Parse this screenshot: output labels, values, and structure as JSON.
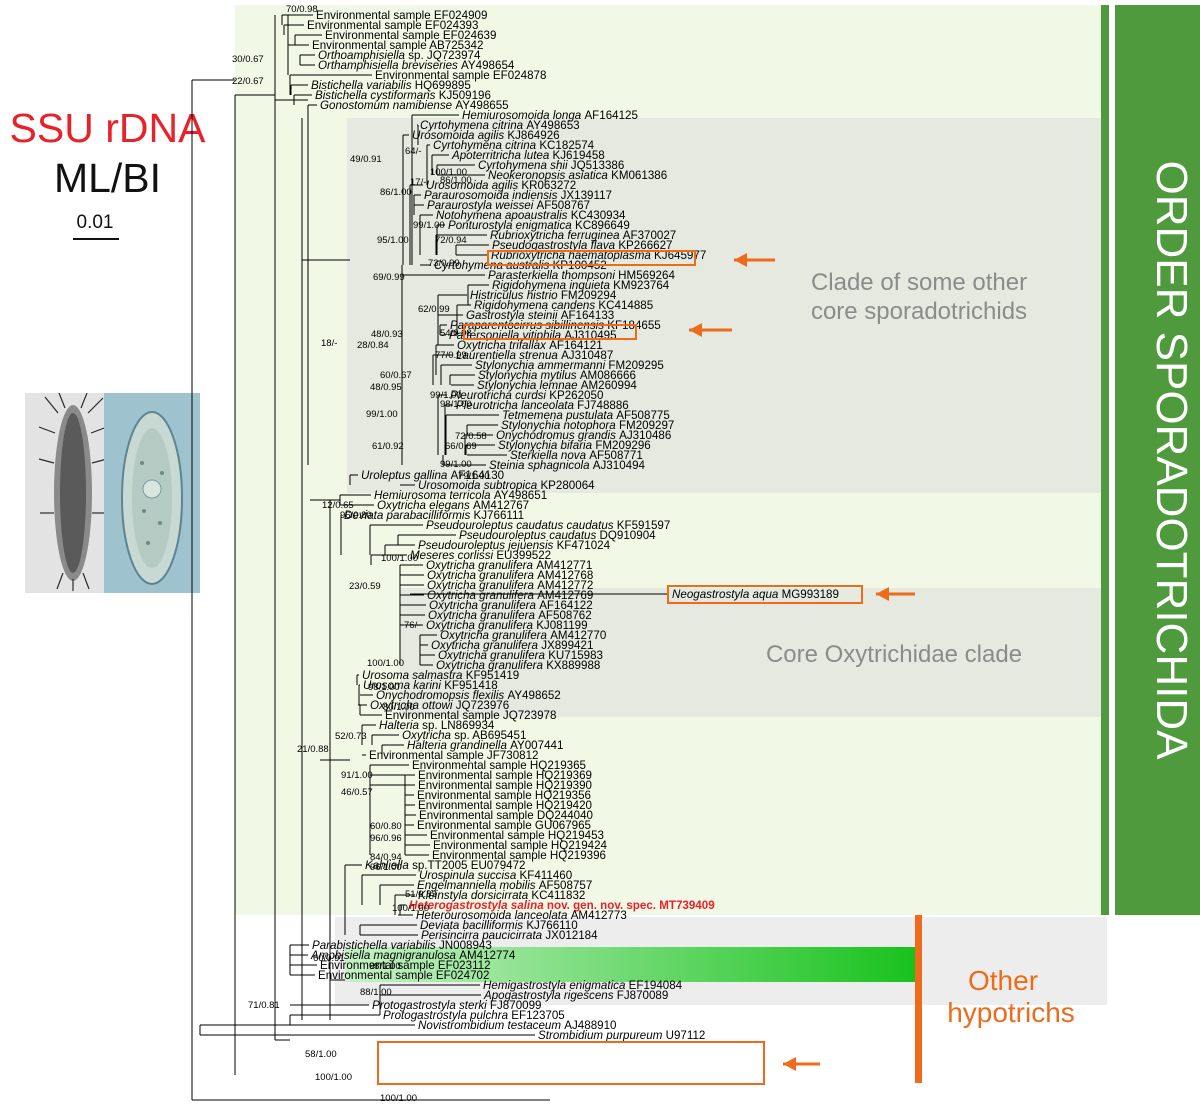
{
  "title": {
    "line1": "SSU rDNA",
    "line2": "ML/BI",
    "scale": "0.01"
  },
  "colors": {
    "red": "#e8222a",
    "orange": "#ee6b1b",
    "order_green": "#4e9a3c",
    "green_highlight": "#19c21e",
    "clade_shade": "#e6e9df",
    "light_green_bg": "#f1f8e6",
    "grey_bg": "#ededed"
  },
  "labels": {
    "order": "ORDER SPORADOTRICHIDA",
    "clade1_line1": "Clade of some other",
    "clade1_line2": "core sporadotrichids",
    "clade2": "Core Oxytrichidae clade",
    "other1": "Other",
    "other2": "hypotrichs"
  },
  "taxa": [
    {
      "sp": "",
      "acc": "Environmental sample EF024909"
    },
    {
      "sp": "",
      "acc": "Environmental sample EF024393"
    },
    {
      "sp": "",
      "acc": "Environmental sample EF024639"
    },
    {
      "sp": "",
      "acc": "Environmental sample AB725342"
    },
    {
      "sp": "Orthoamphisiella",
      "acc": "sp. JQ723974"
    },
    {
      "sp": "Orthamphisiella breviseries",
      "acc": "AY498654"
    },
    {
      "sp": "",
      "acc": "Environmental sample EF024878"
    },
    {
      "sp": "Bistichella variabilis",
      "acc": "HQ699895"
    },
    {
      "sp": "Bistichella cystiformans",
      "acc": "KJ509196"
    },
    {
      "sp": "Gonostomum namibiense",
      "acc": "AY498655"
    },
    {
      "sp": "Hemiurosomoida longa",
      "acc": "AF164125"
    },
    {
      "sp": "Cyrtohymena citrina",
      "acc": "AY498653"
    },
    {
      "sp": "Urosomoida agilis",
      "acc": "KJ864926"
    },
    {
      "sp": "Cyrtohymena citrina",
      "acc": "KC182574"
    },
    {
      "sp": "Apoterritricha lutea",
      "acc": "KJ619458"
    },
    {
      "sp": "Cyrtohymena shii",
      "acc": "JQ513386"
    },
    {
      "sp": "Neokeronopsis asiatica",
      "acc": "KM061386"
    },
    {
      "sp": "Urosomoida agilis",
      "acc": "KR063272"
    },
    {
      "sp": "Paraurosomoida indiensis",
      "acc": "JX139117"
    },
    {
      "sp": "Paraurostyla weissei",
      "acc": "AF508767"
    },
    {
      "sp": "Notohymena apoaustralis",
      "acc": "KC430934"
    },
    {
      "sp": "Ponturostyla enigmatica",
      "acc": "KC896649"
    },
    {
      "sp": "Rubrioxytricha ferruginea",
      "acc": "AF370027"
    },
    {
      "sp": "Pseudogastrostyla flava",
      "acc": "KP266627"
    },
    {
      "sp": "Rubrioxytricha haematoplasma",
      "acc": "KJ645977"
    },
    {
      "sp": "Cyrtohymena australis",
      "acc": "KP100452"
    },
    {
      "sp": "Parasterkiella thompsoni",
      "acc": "HM569264"
    },
    {
      "sp": "Rigidohymena inquieta",
      "acc": "KM923764"
    },
    {
      "sp": "Histriculus histrio",
      "acc": "FM209294"
    },
    {
      "sp": "Rigidohymena candens",
      "acc": "KC414885"
    },
    {
      "sp": "Gastrostyla steinii",
      "acc": "AF164133"
    },
    {
      "sp": "Paraparentocirrus sibillinensis",
      "acc": "KF184655"
    },
    {
      "sp": "Pattersoniella vitiphila",
      "acc": "AJ310495"
    },
    {
      "sp": "Oxytricha trifallax",
      "acc": "AF164121"
    },
    {
      "sp": "Laurentiella strenua",
      "acc": "AJ310487"
    },
    {
      "sp": "Stylonychia ammermanni",
      "acc": "FM209295"
    },
    {
      "sp": "Stylonychia mytilus",
      "acc": "AM086666"
    },
    {
      "sp": "Stylonychia lemnae",
      "acc": "AM260994"
    },
    {
      "sp": "Pleurotricha curdsi",
      "acc": "KP262050"
    },
    {
      "sp": "Pleurotricha lanceolata",
      "acc": "FJ748886"
    },
    {
      "sp": "Tetmemena pustulata",
      "acc": "AF508775"
    },
    {
      "sp": "Stylonychia notophora",
      "acc": "FM209297"
    },
    {
      "sp": "Onychodromus grandis",
      "acc": "AJ310486"
    },
    {
      "sp": "Stylonychia bifaria",
      "acc": "FM209296"
    },
    {
      "sp": "Sterkiella nova",
      "acc": "AF508771"
    },
    {
      "sp": "Steinia sphagnicola",
      "acc": "AJ310494"
    },
    {
      "sp": "Uroleptus gallina",
      "acc": "AF164130"
    },
    {
      "sp": "Urosomoida subtropica",
      "acc": "KP280064"
    },
    {
      "sp": "Hemiurosoma terricola",
      "acc": "AY498651"
    },
    {
      "sp": "Oxytricha elegans",
      "acc": "AM412767"
    },
    {
      "sp": "Deviata parabacilliformis",
      "acc": "KJ766111"
    },
    {
      "sp": "Pseudouroleptus caudatus caudatus",
      "acc": "KF591597"
    },
    {
      "sp": "Pseudouroleptus caudatus",
      "acc": "DQ910904"
    },
    {
      "sp": "Pseudouroleptus jejuensis",
      "acc": "KF471024"
    },
    {
      "sp": "Meseres corlissi",
      "acc": "EU399522"
    },
    {
      "sp": "Oxytricha granulifera",
      "acc": "AM412771"
    },
    {
      "sp": "Oxytricha granulifera",
      "acc": "AM412768"
    },
    {
      "sp": "Oxytricha granulifera",
      "acc": "AM412772"
    },
    {
      "sp": "Oxytricha granulifera",
      "acc": "AM412769"
    },
    {
      "sp": "Oxytricha granulifera",
      "acc": "AF164122"
    },
    {
      "sp": "Oxytricha granulifera",
      "acc": "AF508762"
    },
    {
      "sp": "Oxytricha granulifera",
      "acc": "KJ081199"
    },
    {
      "sp": "Oxytricha granulifera",
      "acc": "AM412770"
    },
    {
      "sp": "Oxytricha granulifera",
      "acc": "JX899421"
    },
    {
      "sp": "Oxytricha granulifera",
      "acc": "KU715983"
    },
    {
      "sp": "Oxytricha granulifera",
      "acc": "KX889988"
    },
    {
      "sp": "Urosoma salmastra",
      "acc": "KF951419"
    },
    {
      "sp": "Urosoma karini",
      "acc": "KF951418"
    },
    {
      "sp": "Onychodromopsis flexilis",
      "acc": "AY498652"
    },
    {
      "sp": "Oxytricha ottowi",
      "acc": "JQ723976"
    },
    {
      "sp": "",
      "acc": "Environmental sample JQ723978"
    },
    {
      "sp": "Halteria",
      "acc": "sp. LN869934"
    },
    {
      "sp": "Oxytricha",
      "acc": "sp. AB695451"
    },
    {
      "sp": "Halteria grandinella",
      "acc": "AY007441"
    },
    {
      "sp": "",
      "acc": "Environmental sample JF730812"
    },
    {
      "sp": "",
      "acc": "Environmental sample HQ219365"
    },
    {
      "sp": "",
      "acc": "Environmental sample HQ219369"
    },
    {
      "sp": "",
      "acc": "Environmental sample HQ219390"
    },
    {
      "sp": "",
      "acc": "Environmental sample HQ219356"
    },
    {
      "sp": "",
      "acc": "Environmental sample HQ219420"
    },
    {
      "sp": "",
      "acc": "Environmental sample DQ244040"
    },
    {
      "sp": "",
      "acc": "Environmental sample GU067965"
    },
    {
      "sp": "",
      "acc": "Environmental sample HQ219453"
    },
    {
      "sp": "",
      "acc": "Environmental sample HQ219424"
    },
    {
      "sp": "",
      "acc": "Environmental sample HQ219396"
    },
    {
      "sp": "Kahliella",
      "acc": "sp.TT2005 EU079472"
    },
    {
      "sp": "Urospinula succisa",
      "acc": "KF411460"
    },
    {
      "sp": "Engelmanniella mobilis",
      "acc": "AF508757"
    },
    {
      "sp": "Kleinstyla dorsicirrata",
      "acc": "KC411832"
    },
    {
      "sp": "Heterogastrostyla salina",
      "acc": "nov. gen. nov. spec. MT739409"
    },
    {
      "sp": "Heterourosomoida lanceolata",
      "acc": "AM412773"
    },
    {
      "sp": "Deviata bacilliformis",
      "acc": "KJ766110"
    },
    {
      "sp": "Perisincirra paucicirrata",
      "acc": "JX012184"
    },
    {
      "sp": "Parabistichella variabilis",
      "acc": "JN008943"
    },
    {
      "sp": "Amphisiella magnigranulosa",
      "acc": "AM412774"
    },
    {
      "sp": "",
      "acc": "Environmental sample EF023112"
    },
    {
      "sp": "",
      "acc": "Environmental sample EF024702"
    },
    {
      "sp": "Hemigastrostyla enigmatica",
      "acc": "EF194084"
    },
    {
      "sp": "Apogastrostyla rigescens",
      "acc": "FJ870089"
    },
    {
      "sp": "Protogastrostyla sterki",
      "acc": "FJ870099"
    },
    {
      "sp": "Protogastrostyla pulchra",
      "acc": "EF123705"
    },
    {
      "sp": "Novistrombidium testaceum",
      "acc": "AJ488910"
    },
    {
      "sp": "Strombidium purpureum",
      "acc": "U97112"
    },
    {
      "sp": "Neogastrostyla aqua",
      "acc": "MG993189"
    }
  ],
  "supports": [
    "70/0.98",
    "30/0.67",
    "22/0.67",
    "49/0.91",
    "64/-",
    "17/-",
    "100/1.00",
    "86/1.00",
    "86/1.00",
    "99/1.00",
    "95/1.00",
    "72/0.94",
    "73/0.99",
    "69/0.99",
    "62/0.99",
    "54/0.98",
    "48/0.93",
    "28/0.84",
    "77/0.99",
    "60/0.67",
    "48/0.95",
    "99/1.00",
    "98/1.00",
    "99/1.00",
    "72/0.58",
    "66/0.69",
    "61/0.92",
    "99/1.00",
    "79/1.00",
    "18/-",
    "12/0.65",
    "96/0.80",
    "100/1.00",
    "23/0.59",
    "76/-",
    "100/1.00",
    "98/1.00",
    "80/1.00",
    "52/0.73",
    "21/0.88",
    "91/1.00",
    "46/0.57",
    "60/0.80",
    "96/0.96",
    "84/0.94",
    "96/1.00",
    "51/0.83",
    "100/1.00",
    "60/0.91",
    "98/1.00",
    "88/1.00",
    "71/0.81",
    "58/1.00",
    "100/1.00",
    "100/1.00"
  ]
}
